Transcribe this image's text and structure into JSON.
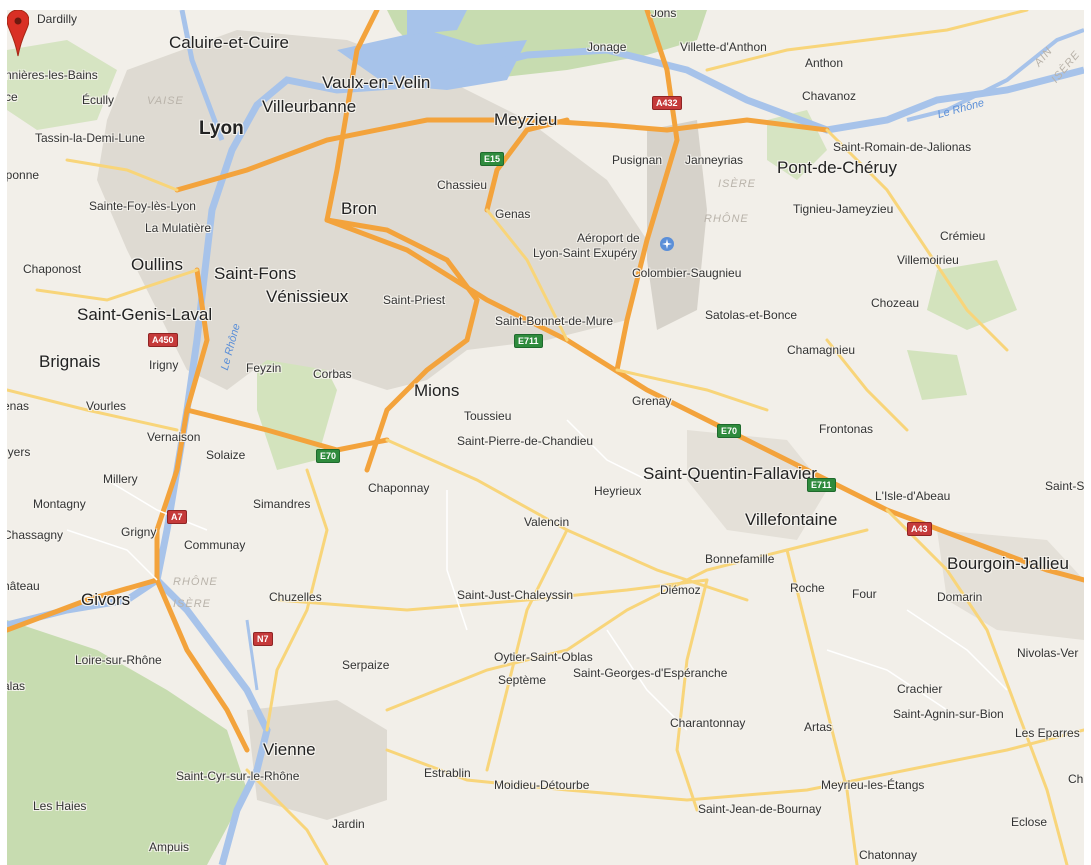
{
  "map": {
    "colors": {
      "land": "#f2efe9",
      "water": "#a7c3ea",
      "forest": "#c7dcb0",
      "urban": "#dedad2",
      "motorway": "#f3a33c",
      "road": "#f8d57a",
      "pin": "#d93025"
    },
    "places": {
      "dardilly": "Dardilly",
      "caluire": "Caluire-et-Cuire",
      "charbonnieres": "nnières-les-Bains",
      "ce": "ce",
      "ecully": "Écully",
      "vaise": "VAISE",
      "villeurbanne": "Villeurbanne",
      "vaulx": "Vaulx-en-Velin",
      "tassin": "Tassin-la-Demi-Lune",
      "lyon": "Lyon",
      "meyzieu": "Meyzieu",
      "jonage": "Jonage",
      "jons": "Jons",
      "villette": "Villette-d'Anthon",
      "anthon": "Anthon",
      "chavanoz": "Chavanoz",
      "sromain": "Saint-Romain-de-Jalionas",
      "pusignan": "Pusignan",
      "janneyrias": "Janneyrias",
      "pontcheruy": "Pont-de-Chéruy",
      "chassieu": "Chassieu",
      "aponne": "aponne",
      "stefoy": "Sainte-Foy-lès-Lyon",
      "bron": "Bron",
      "genas": "Genas",
      "tignieu": "Tignieu-Jameyzieu",
      "mulatiere": "La Mulatière",
      "aeroport1": "Aéroport de",
      "aeroport2": "Lyon-Saint Exupéry",
      "cremieu": "Crémieu",
      "villemoirieu": "Villemoirieu",
      "chaponost": "Chaponost",
      "oullins": "Oullins",
      "stfons": "Saint-Fons",
      "colombier": "Colombier-Saugnieu",
      "venissieux": "Vénissieux",
      "stpriest": "Saint-Priest",
      "chozeau": "Chozeau",
      "satolas": "Satolas-et-Bonce",
      "stgenis": "Saint-Genis-Laval",
      "stbonnet": "Saint-Bonnet-de-Mure",
      "chamagnieu": "Chamagnieu",
      "brignais": "Brignais",
      "irigny": "Irigny",
      "feyzin": "Feyzin",
      "corbas": "Corbas",
      "mions": "Mions",
      "grenay": "Grenay",
      "enas": "enas",
      "vourles": "Vourles",
      "toussieu": "Toussieu",
      "frontonas": "Frontonas",
      "vernaison": "Vernaison",
      "stpierre": "Saint-Pierre-de-Chandieu",
      "uyers": "uyers",
      "solaize": "Solaize",
      "stquentin": "Saint-Quentin-Fallavier",
      "millery": "Millery",
      "chaponnay": "Chaponnay",
      "heyrieux": "Heyrieux",
      "isledabeau": "L'Isle-d'Abeau",
      "saints": "Saint-S",
      "montagny": "Montagny",
      "simandres": "Simandres",
      "villefontaine": "Villefontaine",
      "valencin": "Valencin",
      "chassagny": "Chassagny",
      "grigny": "Grigny",
      "communay": "Communay",
      "bonnefamille": "Bonnefamille",
      "bourgoin": "Bourgoin-Jallieu",
      "chateau": "hâteau",
      "givors": "Givors",
      "chuzelles": "Chuzelles",
      "stjust": "Saint-Just-Chaleyssin",
      "diemoz": "Diémoz",
      "roche": "Roche",
      "four": "Four",
      "domarin": "Domarin",
      "loire": "Loire-sur-Rhône",
      "oytier": "Oytier-Saint-Oblas",
      "nivolas": "Nivolas-Ver",
      "serpaize": "Serpaize",
      "septeme": "Septème",
      "stgeorges": "Saint-Georges-d'Espéranche",
      "alas": "alas",
      "crachier": "Crachier",
      "stagnin": "Saint-Agnin-sur-Bion",
      "charantonnay": "Charantonnay",
      "artas": "Artas",
      "eparres": "Les Eparres",
      "vienne": "Vienne",
      "stcyr": "Saint-Cyr-sur-le-Rhône",
      "estrablin": "Estrablin",
      "moidieu": "Moidieu-Détourbe",
      "meyrieu": "Meyrieu-les-Étangs",
      "ch": "Ch",
      "leshaies": "Les Haies",
      "stjean": "Saint-Jean-de-Bournay",
      "jardin": "Jardin",
      "eclose": "Eclose",
      "ampuis": "Ampuis",
      "chatonnay": "Chatonnay"
    },
    "regions": {
      "isere1": "ISÈRE",
      "rhone1": "RHÔNE",
      "rhone2": "RHÔNE",
      "isere2": "ISÈRE",
      "ain": "AIN",
      "isere3": "ISÈRE"
    },
    "rivers": {
      "rhone_city": "Le Rhône",
      "rhone_east": "Le Rhône"
    },
    "shields": {
      "a432": "A432",
      "e15": "E15",
      "a450": "A450",
      "e711a": "E711",
      "e70a": "E70",
      "e70b": "E70",
      "e711b": "E711",
      "a7": "A7",
      "a43": "A43",
      "n7": "N7"
    }
  }
}
